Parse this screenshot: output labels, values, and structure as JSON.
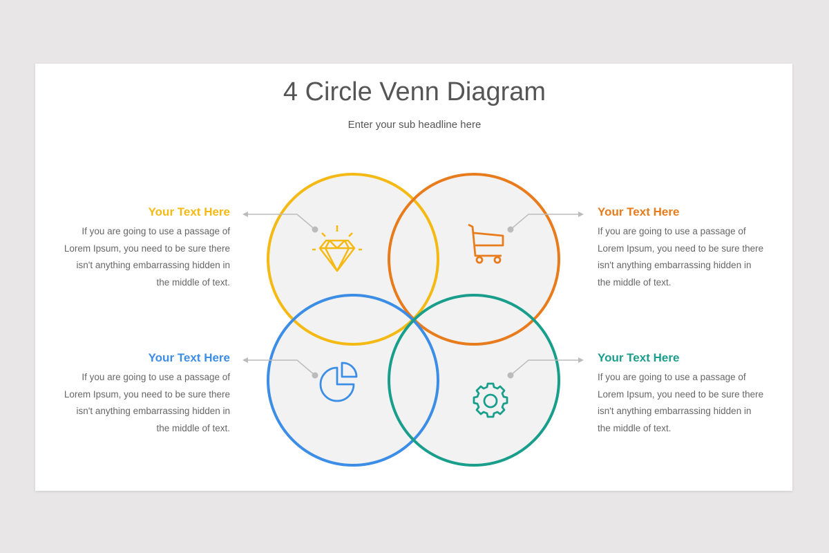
{
  "title": "4 Circle Venn Diagram",
  "subtitle": "Enter your sub headline here",
  "colors": {
    "yellow": "#f4b913",
    "orange": "#e87b1c",
    "blue": "#3c8de6",
    "green": "#1a9e8c"
  },
  "items": [
    {
      "heading": "Your Text Here",
      "icon": "diamond-icon",
      "lines": [
        "If you are going to use a passage of",
        "Lorem Ipsum, you need to be sure there",
        "isn't anything embarrassing hidden in",
        "the middle of text."
      ]
    },
    {
      "heading": "Your Text Here",
      "icon": "shopping-cart-icon",
      "lines": [
        "If you are going to use a passage of",
        "Lorem Ipsum, you need to be sure there",
        "isn't anything embarrassing hidden in",
        "the middle of text."
      ]
    },
    {
      "heading": "Your Text Here",
      "icon": "pie-chart-icon",
      "lines": [
        "If you are going to use a passage of",
        "Lorem Ipsum, you need to be sure there",
        "isn't anything embarrassing hidden in",
        "the middle of text."
      ]
    },
    {
      "heading": "Your Text Here",
      "icon": "gear-icon",
      "lines": [
        "If you are going to use a passage of",
        "Lorem Ipsum, you need to be sure there",
        "isn't anything embarrassing hidden in",
        "the middle of text."
      ]
    }
  ]
}
